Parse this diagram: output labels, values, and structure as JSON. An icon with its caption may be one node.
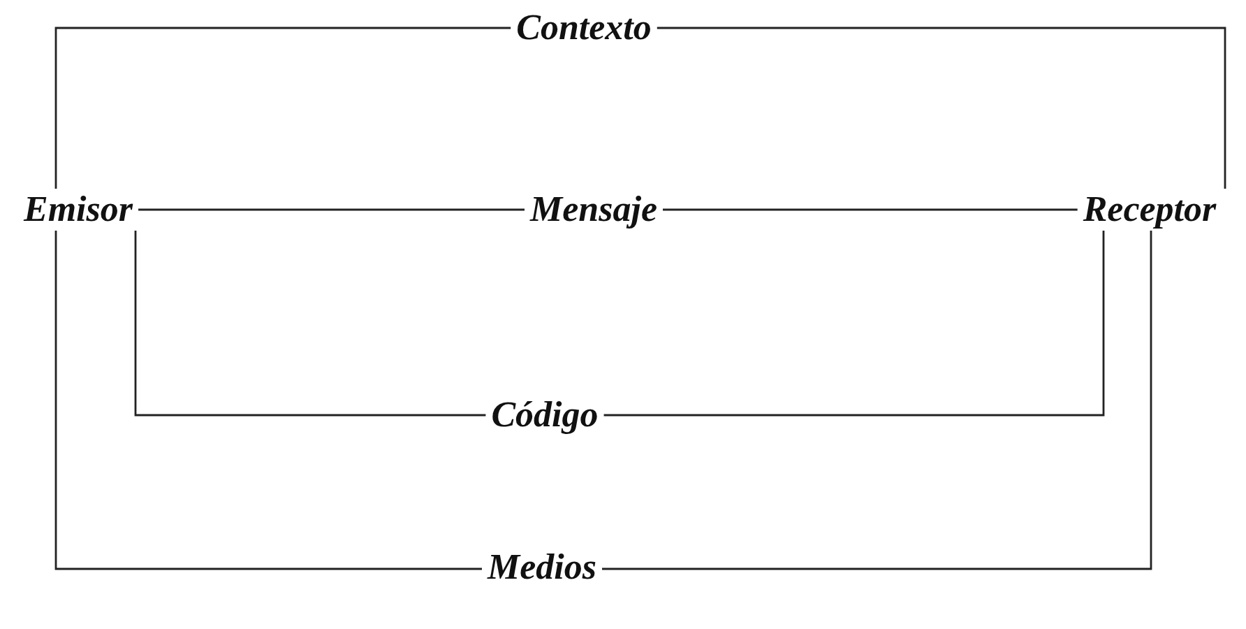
{
  "diagram": {
    "nodes": [
      {
        "text": [
          "Contexto"
        ]
      },
      {
        "text": [
          "Emisor"
        ]
      },
      {
        "text": [
          "Mensaje"
        ]
      },
      {
        "text": [
          "Receptor"
        ]
      },
      {
        "text": [
          "Código"
        ]
      },
      {
        "text": [
          "Medios"
        ]
      }
    ],
    "edges": [
      {
        "from": 1,
        "to": 2,
        "arrow": "none"
      },
      {
        "from": 2,
        "to": 3,
        "arrow": "none"
      },
      {
        "from": 0,
        "to": 1,
        "arrow": "none"
      },
      {
        "from": 0,
        "to": 3,
        "arrow": "none"
      },
      {
        "from": 1,
        "to": 4,
        "arrow": "none"
      },
      {
        "from": 4,
        "to": 3,
        "arrow": "none"
      },
      {
        "from": 1,
        "to": 5,
        "arrow": "none"
      },
      {
        "from": 5,
        "to": 3,
        "arrow": "none"
      }
    ]
  }
}
